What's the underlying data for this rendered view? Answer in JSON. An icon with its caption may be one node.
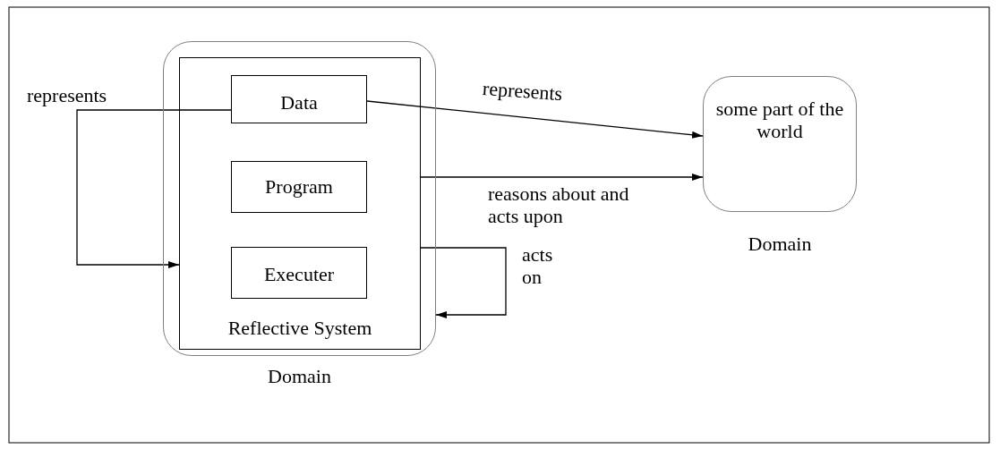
{
  "diagram": {
    "nodes": [
      {
        "text": [
          "Domain"
        ]
      },
      {
        "text": [
          "Reflective System"
        ],
        "in": 0
      },
      {
        "text": [
          "Data"
        ],
        "in": 1
      },
      {
        "text": [
          "Program"
        ],
        "in": 1
      },
      {
        "text": [
          "Executer"
        ],
        "in": 1
      },
      {
        "text": [
          "some part of the world",
          "Domain"
        ]
      }
    ],
    "edges": [
      {
        "from": 2,
        "to": 1,
        "arrow": "to",
        "label": "represents"
      },
      {
        "from": 2,
        "to": 5,
        "arrow": "to",
        "label": "represents"
      },
      {
        "from": 1,
        "to": 5,
        "arrow": "to",
        "label": "reasons about and acts upon"
      },
      {
        "from": 1,
        "to": 0,
        "arrow": "to",
        "label": "acts on"
      }
    ]
  }
}
